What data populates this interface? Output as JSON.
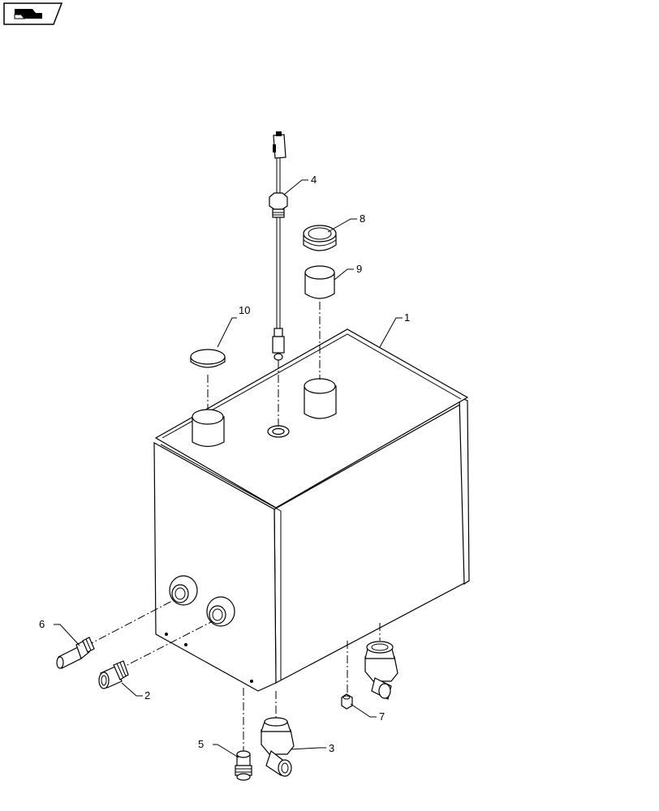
{
  "diagram": {
    "view_icon": "page-turn-icon",
    "parts": [
      {
        "id": "part-1",
        "callout": "1",
        "kind": "tank"
      },
      {
        "id": "part-2",
        "callout": "2",
        "kind": "fitting"
      },
      {
        "id": "part-3",
        "callout": "3",
        "kind": "elbow-fitting"
      },
      {
        "id": "part-4",
        "callout": "4",
        "kind": "level-sender"
      },
      {
        "id": "part-5",
        "callout": "5",
        "kind": "fitting"
      },
      {
        "id": "part-6",
        "callout": "6",
        "kind": "fitting"
      },
      {
        "id": "part-7",
        "callout": "7",
        "kind": "nut"
      },
      {
        "id": "part-8",
        "callout": "8",
        "kind": "cap"
      },
      {
        "id": "part-9",
        "callout": "9",
        "kind": "insert"
      },
      {
        "id": "part-10",
        "callout": "10",
        "kind": "plug"
      }
    ]
  }
}
